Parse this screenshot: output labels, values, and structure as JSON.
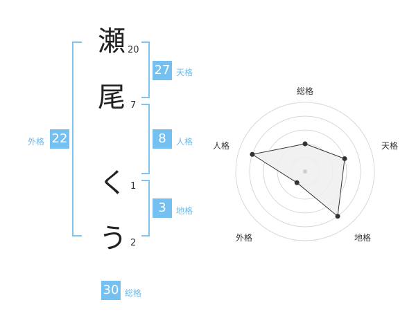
{
  "name_chars": [
    {
      "char": "瀬",
      "strokes": "20"
    },
    {
      "char": "尾",
      "strokes": "7"
    },
    {
      "char": "く",
      "strokes": "1"
    },
    {
      "char": "う",
      "strokes": "2"
    }
  ],
  "fortunes": {
    "tenkaku": {
      "value": "27",
      "label": "天格"
    },
    "jinkaku": {
      "value": "8",
      "label": "人格"
    },
    "chikaku": {
      "value": "3",
      "label": "地格"
    },
    "gaikaku": {
      "value": "22",
      "label": "外格"
    },
    "soukaku": {
      "value": "30",
      "label": "総格"
    }
  },
  "radar": {
    "labels": {
      "top": "総格",
      "right": "天格",
      "bottom_right": "地格",
      "bottom_left": "外格",
      "left": "人格"
    },
    "levels": 5,
    "values": {
      "soukaku": 2,
      "tenkaku": 3,
      "chikaku": 4,
      "gaikaku": 1,
      "jinkaku": 4
    },
    "max": 5
  },
  "colors": {
    "accent": "#74c0f0",
    "bracket": "#7fc4ee"
  }
}
